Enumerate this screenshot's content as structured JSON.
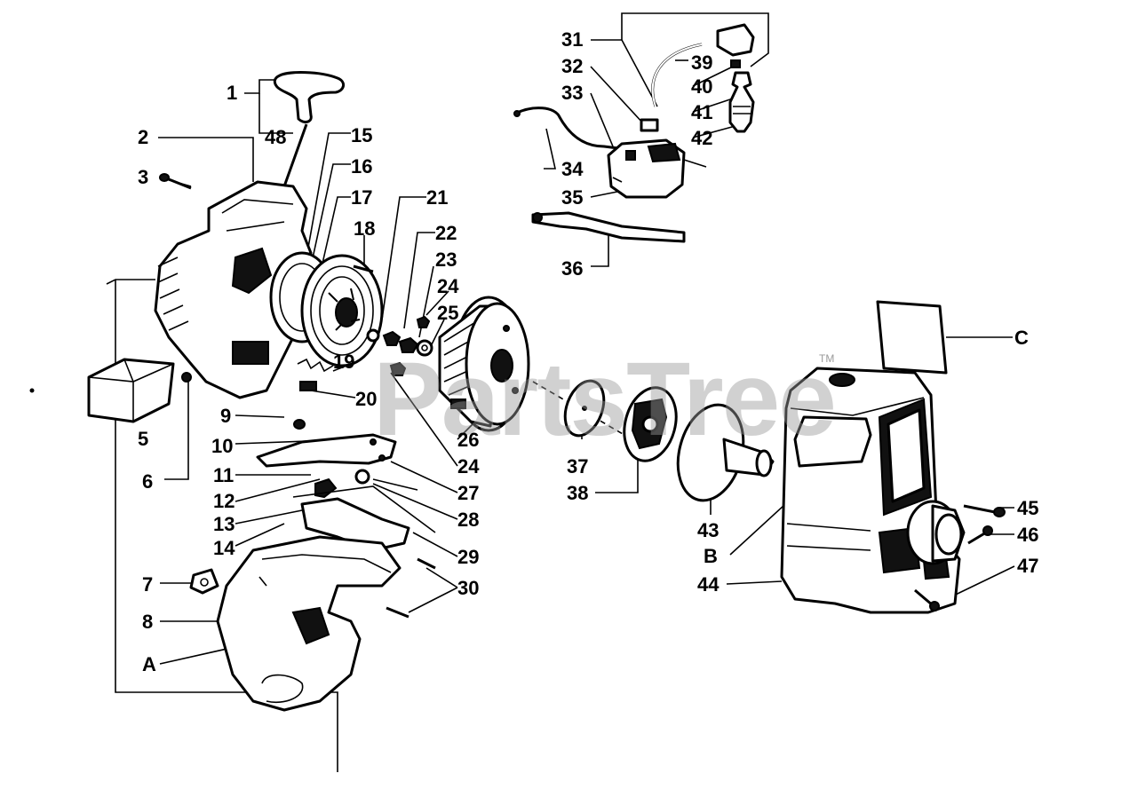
{
  "watermark": {
    "text": "PartsTree",
    "trademark": "TM"
  },
  "callouts": [
    "1",
    "2",
    "3",
    "5",
    "6",
    "7",
    "8",
    "A",
    "9",
    "10",
    "11",
    "12",
    "13",
    "14",
    "15",
    "16",
    "17",
    "18",
    "19",
    "20",
    "21",
    "22",
    "23",
    "24",
    "25",
    "26",
    "24",
    "27",
    "28",
    "29",
    "30",
    "31",
    "32",
    "33",
    "34",
    "35",
    "36",
    "39",
    "40",
    "41",
    "42",
    "37",
    "38",
    "43",
    "B",
    "44",
    "C",
    "45",
    "46",
    "47",
    "48"
  ]
}
